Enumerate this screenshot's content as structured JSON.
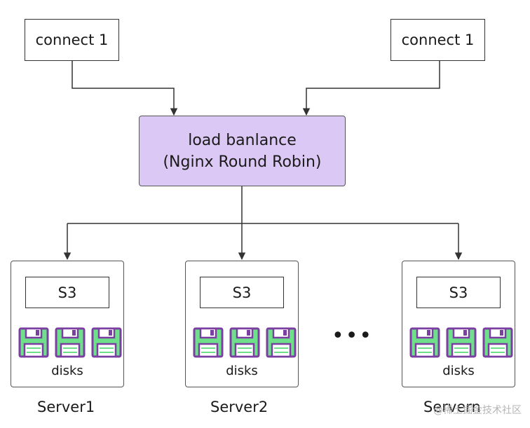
{
  "clients": [
    {
      "label": "connect 1"
    },
    {
      "label": "connect 1"
    }
  ],
  "load_balancer": {
    "line1": "load banlance",
    "line2": "(Nginx Round Robin)",
    "fill": "#dcc8f5"
  },
  "servers": [
    {
      "name": "Server1",
      "store": "S3",
      "disks_label": "disks"
    },
    {
      "name": "Server2",
      "store": "S3",
      "disks_label": "disks"
    },
    {
      "name": "Servern",
      "store": "S3",
      "disks_label": "disks"
    }
  ],
  "ellipsis": "•••",
  "watermark": "@稀土掘金技术社区",
  "colors": {
    "disk_body": "#6ee08a",
    "disk_outline": "#7a3fa0"
  },
  "icons": [
    "floppy-disk-icon"
  ]
}
